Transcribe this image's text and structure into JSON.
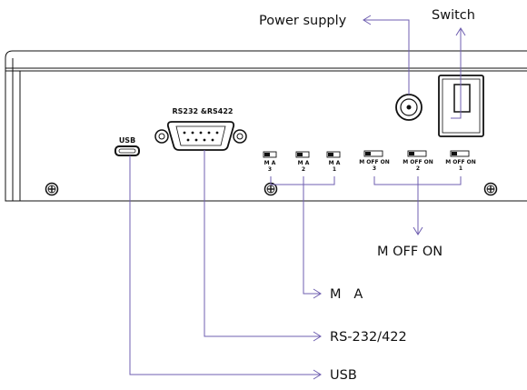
{
  "labels": {
    "power_supply": "Power supply",
    "switch": "Switch",
    "port_label": "RS232 &RS422",
    "usb_port": "USB",
    "m_off_on": "M OFF ON",
    "m_a": "M   A",
    "rs232_422": "RS-232/422",
    "usb": "USB"
  },
  "dip_groups": {
    "ma": [
      {
        "top": "M  A",
        "num": "3"
      },
      {
        "top": "M  A",
        "num": "2"
      },
      {
        "top": "M  A",
        "num": "1"
      }
    ],
    "moffon": [
      {
        "top": "M OFF ON",
        "num": "3"
      },
      {
        "top": "M OFF ON",
        "num": "2"
      },
      {
        "top": "M OFF ON",
        "num": "1"
      }
    ]
  },
  "colors": {
    "line": "#111111",
    "leader": "#6f5fb0",
    "text": "#111111"
  }
}
